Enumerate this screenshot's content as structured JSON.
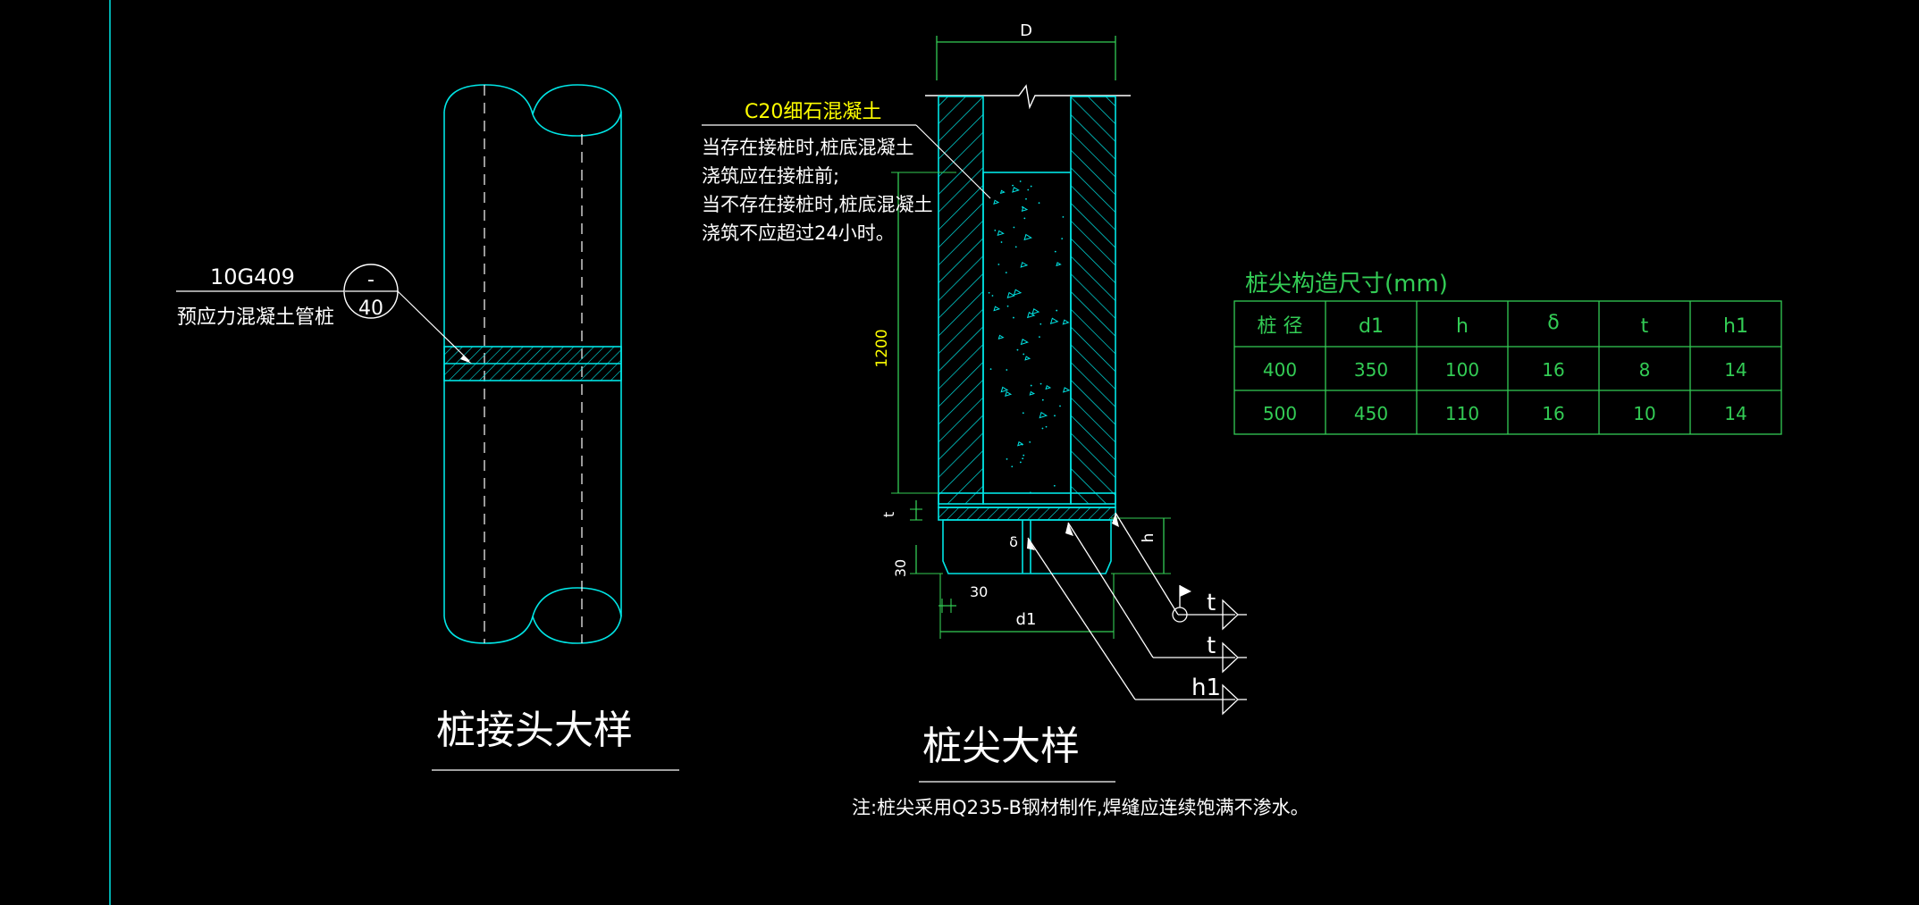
{
  "joint_detail": {
    "ref_code": "10G409",
    "ref_desc": "预应力混凝土管桩",
    "callout_top": "-",
    "callout_bottom": "40",
    "title": "桩接头大样"
  },
  "tip_detail": {
    "dim_D": "D",
    "concrete_label": "C20细石混凝土",
    "note_lines": [
      "当存在接桩时,桩底混凝土",
      "浇筑应在接桩前;",
      "当不存在接桩时,桩底混凝土",
      "浇筑不应超过24小时。"
    ],
    "dim_1200": "1200",
    "dim_t": "t",
    "dim_30_v": "30",
    "dim_30_h": "30",
    "dim_delta": "δ",
    "dim_h": "h",
    "dim_d1": "d1",
    "weld_labels": [
      "t",
      "t",
      "h1"
    ],
    "title": "桩尖大样",
    "footnote": "注:桩尖采用Q235-B钢材制作,焊缝应连续饱满不渗水。"
  },
  "size_table": {
    "title": "桩尖构造尺寸(mm)",
    "headers": [
      "桩 径",
      "d1",
      "h",
      "δ",
      "t",
      "h1"
    ],
    "rows": [
      [
        "400",
        "350",
        "100",
        "16",
        "8",
        "14"
      ],
      [
        "500",
        "450",
        "110",
        "16",
        "10",
        "14"
      ]
    ]
  },
  "colors": {
    "background": "#000000",
    "outline": "#00e5e5",
    "text": "#ffffff",
    "table": "#33cc55",
    "dimension": "#33cc55",
    "highlight": "#ffff00"
  }
}
